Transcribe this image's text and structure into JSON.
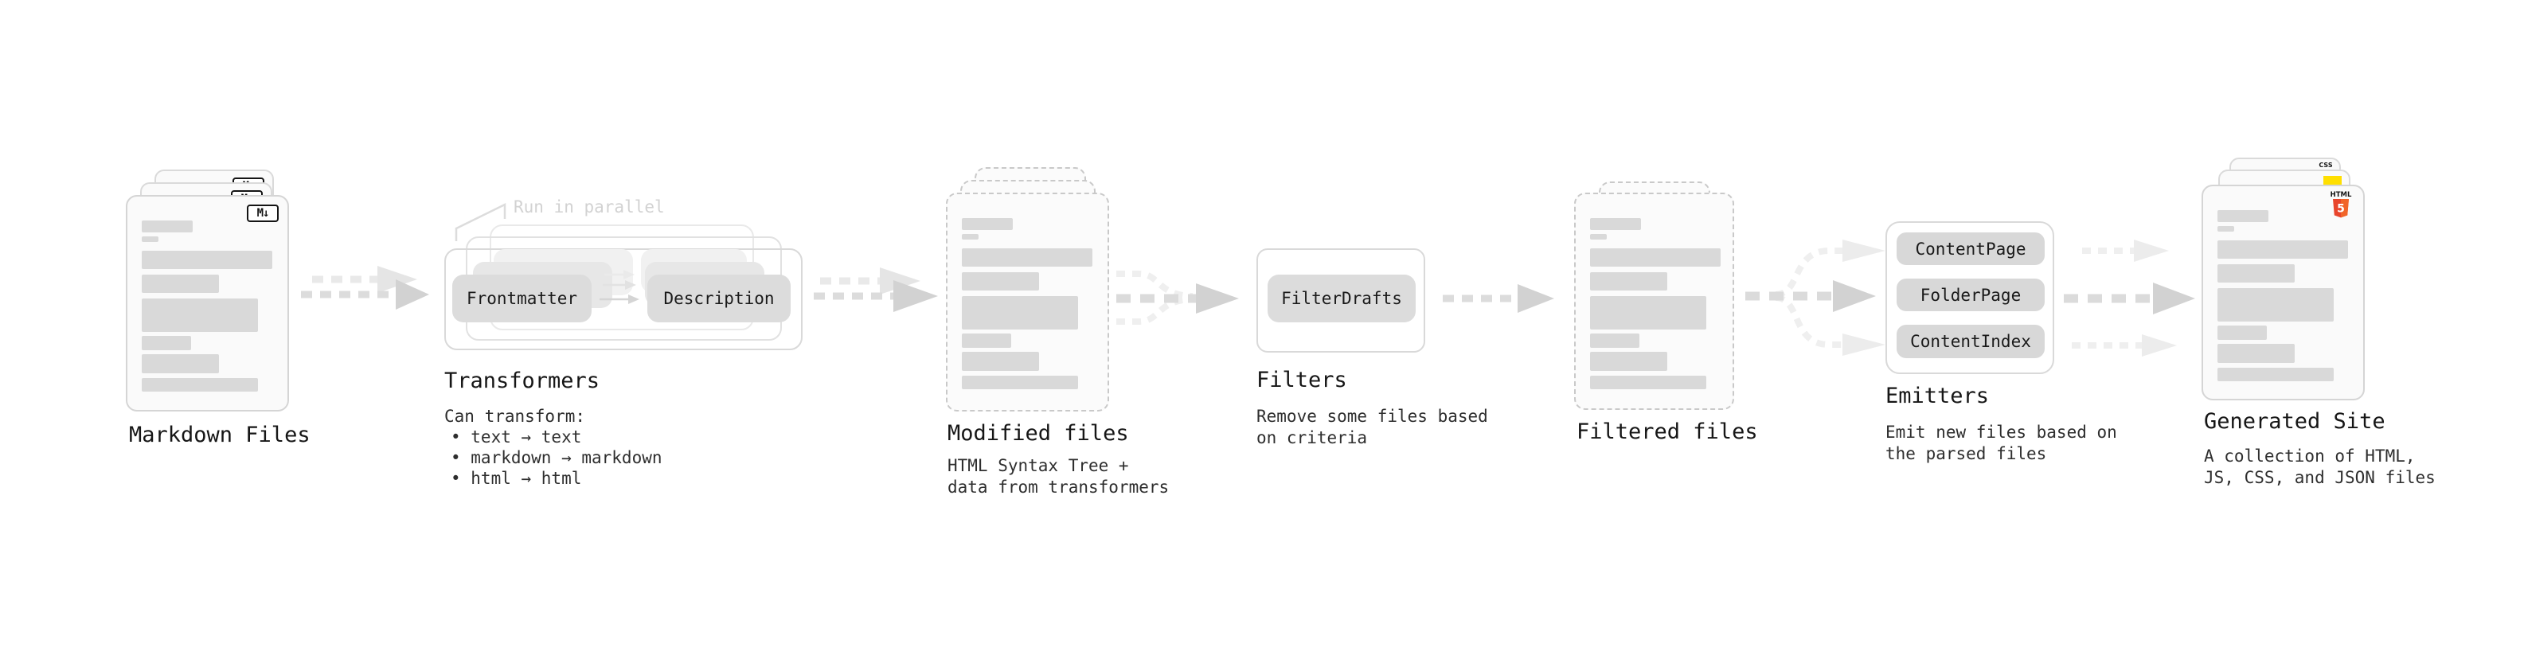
{
  "colors": {
    "html5_orange_dark": "#e8452c",
    "html5_orange_light": "#f16529",
    "css_blue": "#2e6bf0",
    "js_yellow": "#ffdf00"
  },
  "stages": {
    "markdown_files": {
      "label": "Markdown Files",
      "logo_text": "M↓"
    },
    "transformers": {
      "label": "Transformers",
      "annotation": "Run in parallel",
      "button_left": "Frontmatter",
      "button_right": "Description",
      "desc_lines": [
        "Can transform:",
        "• text → text",
        "• markdown → markdown",
        "• html → html"
      ]
    },
    "modified_files": {
      "label": "Modified files",
      "desc_lines": [
        "HTML Syntax Tree +",
        "data from transformers"
      ]
    },
    "filters": {
      "label": "Filters",
      "button": "FilterDrafts",
      "desc_lines": [
        "Remove some files based",
        "on criteria"
      ]
    },
    "filtered_files": {
      "label": "Filtered files"
    },
    "emitters": {
      "label": "Emitters",
      "pills": [
        "ContentPage",
        "FolderPage",
        "ContentIndex"
      ],
      "desc_lines": [
        "Emit new files based on",
        "the parsed files"
      ]
    },
    "generated_site": {
      "label": "Generated Site",
      "desc_lines": [
        "A collection of HTML,",
        "JS, CSS, and JSON files"
      ],
      "css_label": "CSS",
      "html_label": "HTML",
      "html_number": "5"
    }
  },
  "doc_card_bars": [
    [
      39,
      15,
      0
    ],
    [
      13,
      7,
      5
    ],
    [
      100,
      23,
      11
    ],
    [
      59,
      23,
      7
    ],
    [
      89,
      42,
      7
    ],
    [
      38,
      18,
      5
    ],
    [
      59,
      24,
      5
    ],
    [
      89,
      17,
      6
    ]
  ]
}
